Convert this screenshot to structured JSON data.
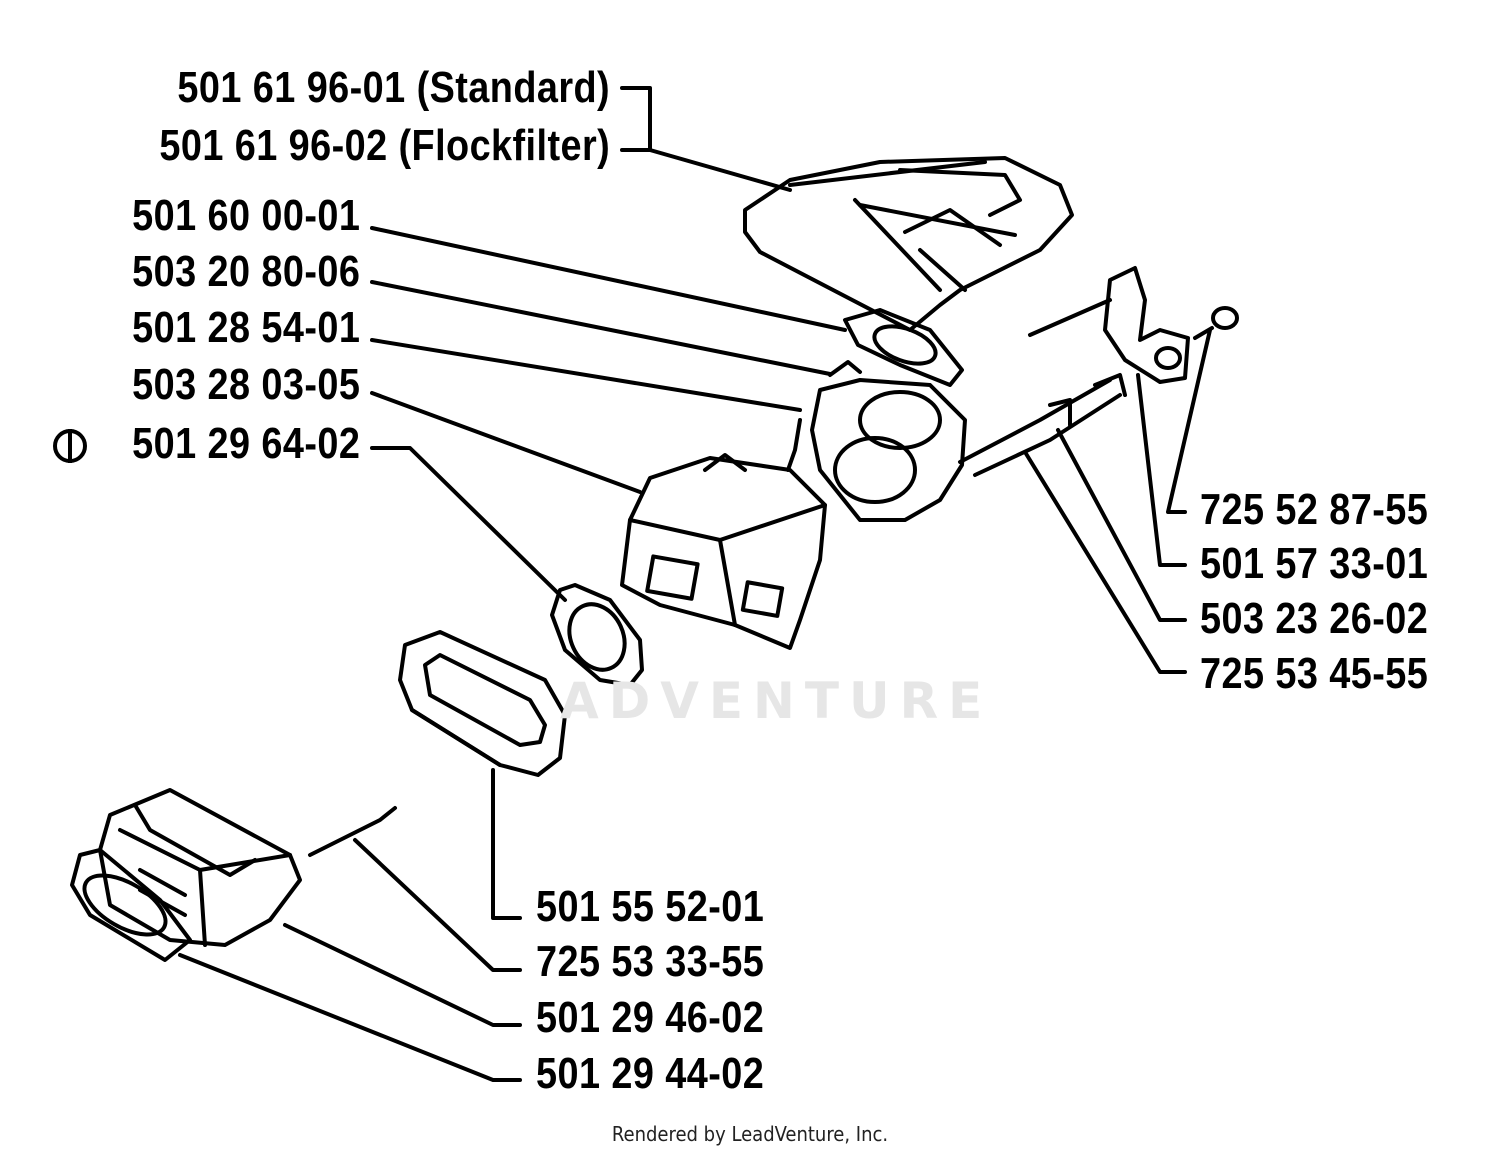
{
  "diagram": {
    "parts_top_left": [
      {
        "number": "501 61 96-01 (Standard)"
      },
      {
        "number": "501 61 96-02 (Flockfilter)"
      },
      {
        "number": "501 60 00-01"
      },
      {
        "number": "503 20 80-06"
      },
      {
        "number": "501 28 54-01"
      },
      {
        "number": "503 28 03-05"
      },
      {
        "number": "501 29 64-02"
      }
    ],
    "parts_right": [
      {
        "number": "725 52 87-55"
      },
      {
        "number": "501 57 33-01"
      },
      {
        "number": "503 23 26-02"
      },
      {
        "number": "725 53 45-55"
      }
    ],
    "parts_bottom": [
      {
        "number": "501 55 52-01"
      },
      {
        "number": "725 53 33-55"
      },
      {
        "number": "501 29 46-02"
      },
      {
        "number": "501 29 44-02"
      }
    ],
    "watermark": "ADVENTURE",
    "footer": "Rendered by LeadVenture, Inc."
  }
}
